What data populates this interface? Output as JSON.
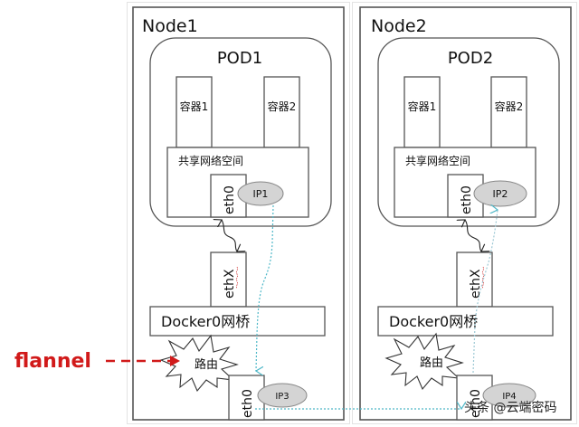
{
  "diagram": {
    "left_label": "flannel",
    "nodes": [
      {
        "title": "Node1",
        "pod": "POD1",
        "containers": [
          "容器1",
          "容器2"
        ],
        "netns_label": "共享网络空间",
        "pod_iface": "eth0",
        "pod_ip": "IP1",
        "veth": "ethX",
        "bridge": "Docker0网桥",
        "router": "路由",
        "host_iface": "eth0",
        "host_ip": "IP3"
      },
      {
        "title": "Node2",
        "pod": "POD2",
        "containers": [
          "容器1",
          "容器2"
        ],
        "netns_label": "共享网络空间",
        "pod_iface": "eth0",
        "pod_ip": "IP2",
        "veth": "ethX",
        "bridge": "Docker0网桥",
        "router": "路由",
        "host_iface": "eth0",
        "host_ip": "IP4"
      }
    ],
    "watermark": "头条 @云端密码"
  },
  "colors": {
    "flannel": "#d11a1a",
    "packet_path": "#4fb8c8"
  }
}
